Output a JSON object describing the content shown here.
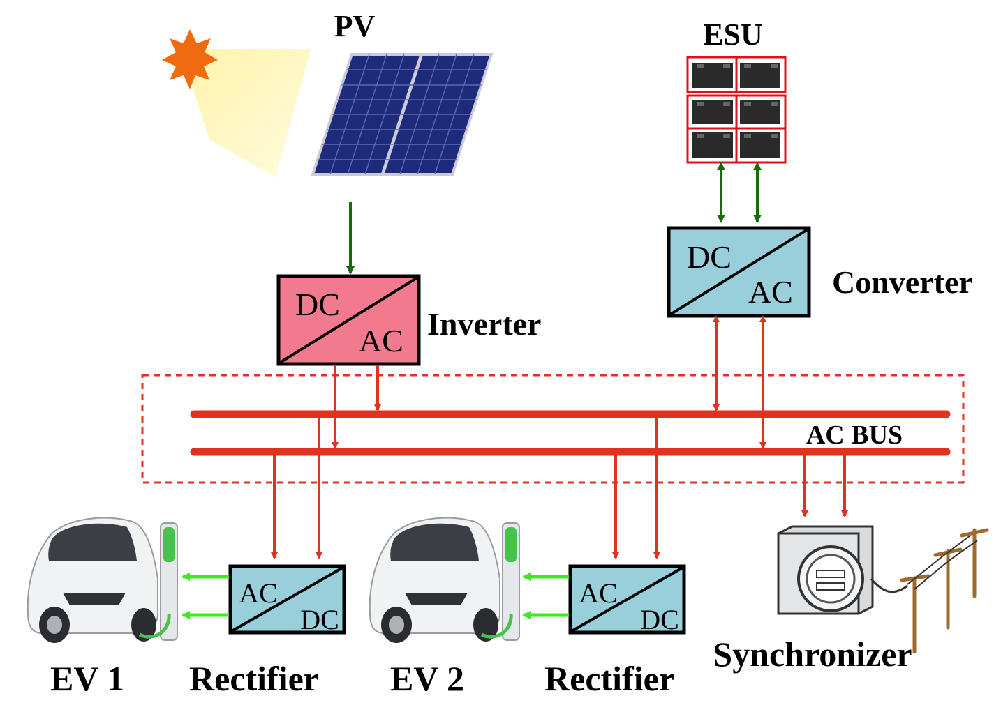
{
  "labels": {
    "pv": "PV",
    "esu": "ESU",
    "inverter": "Inverter",
    "converter": "Converter",
    "ac_bus": "AC BUS",
    "ev1": "EV 1",
    "ev2": "EV 2",
    "rectifier1": "Rectifier",
    "rectifier2": "Rectifier",
    "synchronizer": "Synchronizer"
  },
  "blocks": {
    "inverter": {
      "top": "DC",
      "bottom": "AC"
    },
    "converter": {
      "top": "DC",
      "bottom": "AC"
    },
    "rectifier1": {
      "top": "AC",
      "bottom": "DC"
    },
    "rectifier2": {
      "top": "AC",
      "bottom": "DC"
    }
  },
  "colors": {
    "bus": "#e0321e",
    "dc_flow": "#1c6a10",
    "ev_flow": "#3ee820",
    "inverter_fill": "#f27a8f",
    "converter_fill": "#99cfdb",
    "esu_border": "#e0101a",
    "panel": "#1e2a7a",
    "sun": "#f06a10"
  },
  "icons": [
    "sun-icon",
    "solar-panel-icon",
    "battery-icon",
    "car-icon",
    "charger-icon",
    "meter-icon",
    "power-pole-icon"
  ]
}
